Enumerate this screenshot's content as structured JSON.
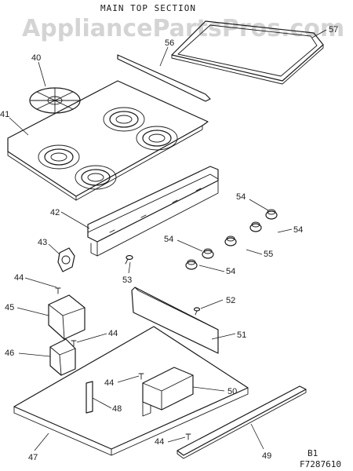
{
  "title": "MAIN TOP SECTION",
  "watermark": "AppliancePartsPros.com",
  "footer": {
    "line1": "B1",
    "line2": "F7287610"
  },
  "callouts": {
    "p40": "40",
    "p41": "41",
    "p42": "42",
    "p43": "43",
    "p44a": "44",
    "p44b": "44",
    "p44c": "44",
    "p44d": "44",
    "p45": "45",
    "p46": "46",
    "p47": "47",
    "p48": "48",
    "p49": "49",
    "p50": "50",
    "p51": "51",
    "p52": "52",
    "p53": "53",
    "p54a": "54",
    "p54b": "54",
    "p54c": "54",
    "p54d": "54",
    "p55": "55",
    "p56": "56",
    "p57": "57"
  }
}
